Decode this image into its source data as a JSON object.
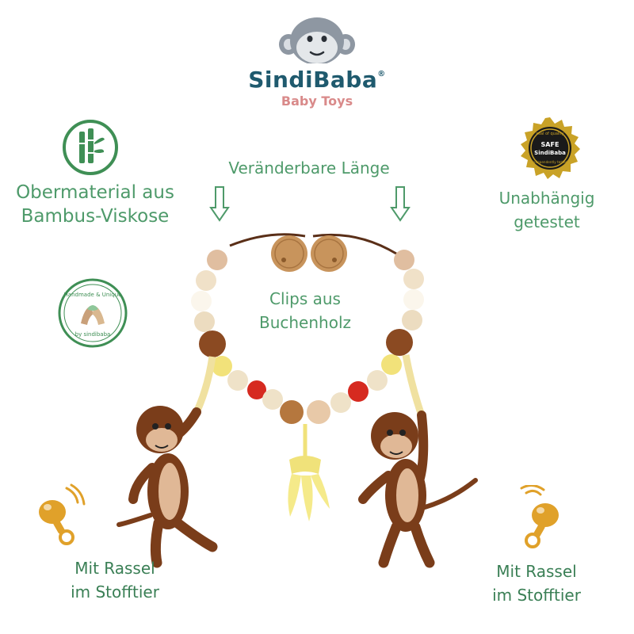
{
  "brand": {
    "name": "SindiBaba",
    "registered_mark": "®",
    "subtitle": "Baby Toys"
  },
  "features": {
    "material": "Obermaterial aus\nBambus-Viskose",
    "length": "Veränderbare Länge",
    "tested": "Unabhängig\ngetestet",
    "clips": "Clips aus\nBuchenholz",
    "rattle_left": "Mit Rassel\nim Stofftier",
    "rattle_right": "Mit Rassel\nim Stofftier"
  },
  "badges": {
    "seal_top": "seal of quality",
    "seal_safe": "SAFE",
    "seal_brand": "SindiBaba",
    "seal_bottom": "independently tested",
    "handmade_top": "Handmade & Unique",
    "handmade_bottom": "by sindibaba"
  },
  "colors": {
    "brand_teal": "#1f5a6e",
    "brand_pink": "#d98a8a",
    "caption_green": "#4e9a6a",
    "gold": "#c9a227",
    "rattle_orange": "#e0a12a"
  }
}
